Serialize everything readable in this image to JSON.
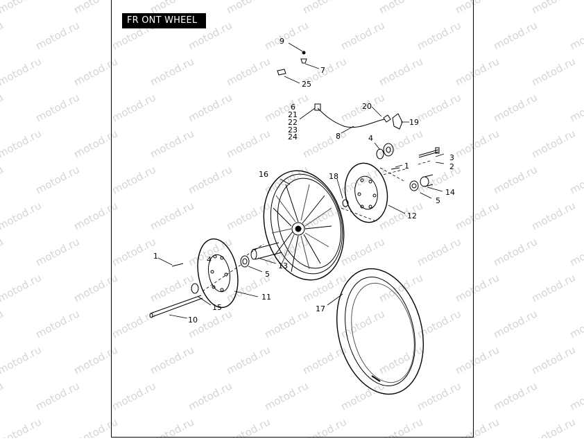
{
  "title": "FR ONT WHEEL",
  "watermark": "motod.ru",
  "callouts": [
    "9",
    "7",
    "25",
    "6",
    "21",
    "22",
    "23",
    "24",
    "20",
    "19",
    "8",
    "4",
    "3",
    "2",
    "1",
    "16",
    "18",
    "14",
    "5",
    "12",
    "1",
    "4",
    "13",
    "5",
    "11",
    "15",
    "10",
    "17"
  ]
}
